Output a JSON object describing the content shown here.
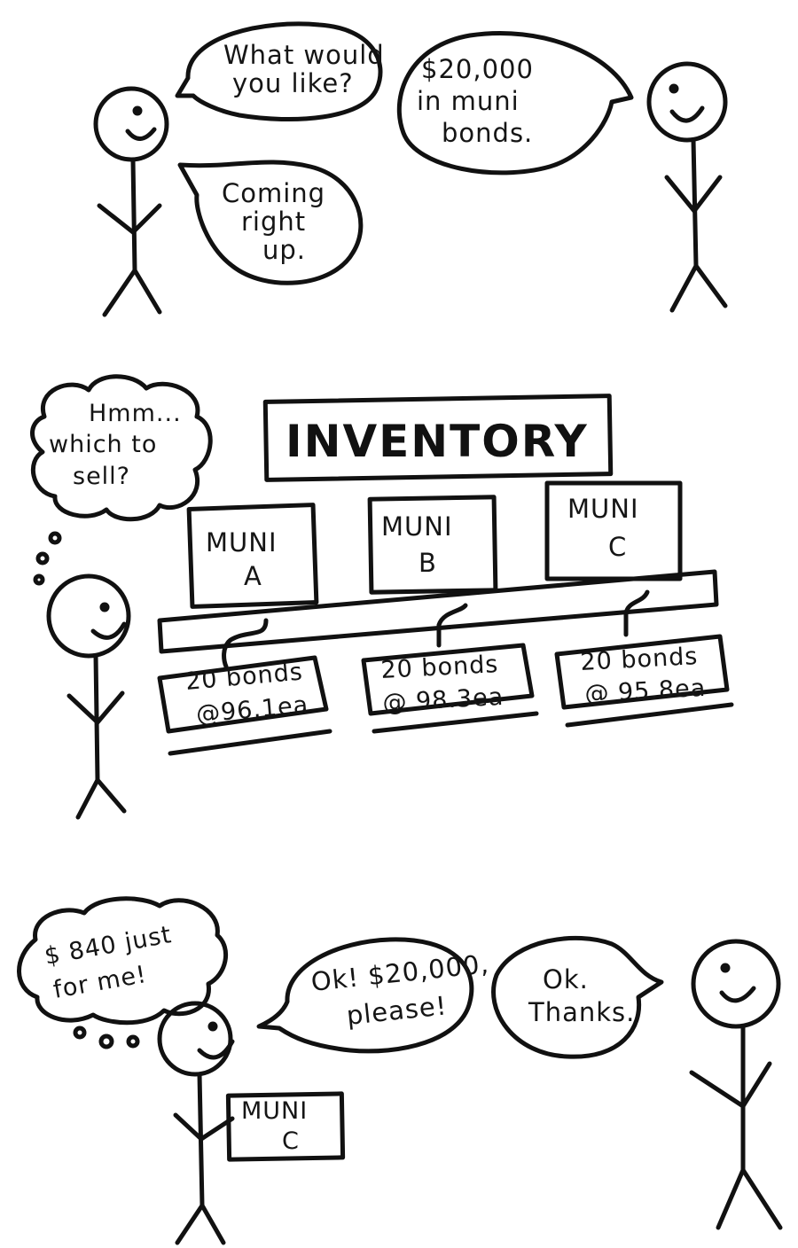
{
  "panel1": {
    "clerk_speech_1": [
      "What would",
      "you like?"
    ],
    "clerk_speech_2": [
      "Coming",
      "right",
      "up."
    ],
    "customer_speech": [
      "$20,000",
      "in muni",
      "bonds."
    ]
  },
  "panel2": {
    "thought": [
      "Hmm...",
      "which to",
      "sell?"
    ],
    "inventory_title": "INVENTORY",
    "boxes": [
      {
        "line1": "MUNI",
        "line2": "A"
      },
      {
        "line1": "MUNI",
        "line2": "B"
      },
      {
        "line1": "MUNI",
        "line2": "C"
      }
    ],
    "tags": [
      {
        "line1": "20 bonds",
        "line2": "@96.1ea"
      },
      {
        "line1": "20 bonds",
        "line2": "@ 98.3ea"
      },
      {
        "line1": "20 bonds",
        "line2": "@ 95.8ea"
      }
    ]
  },
  "panel3": {
    "thought": [
      "$ 840 just",
      "for me!"
    ],
    "clerk_speech": [
      "Ok! $20,000,",
      "please!"
    ],
    "customer_speech": [
      "Ok.",
      "Thanks."
    ],
    "handed_box": {
      "line1": "MUNI",
      "line2": "C"
    }
  },
  "colors": {
    "ink": "#111111",
    "paper": "#ffffff"
  }
}
